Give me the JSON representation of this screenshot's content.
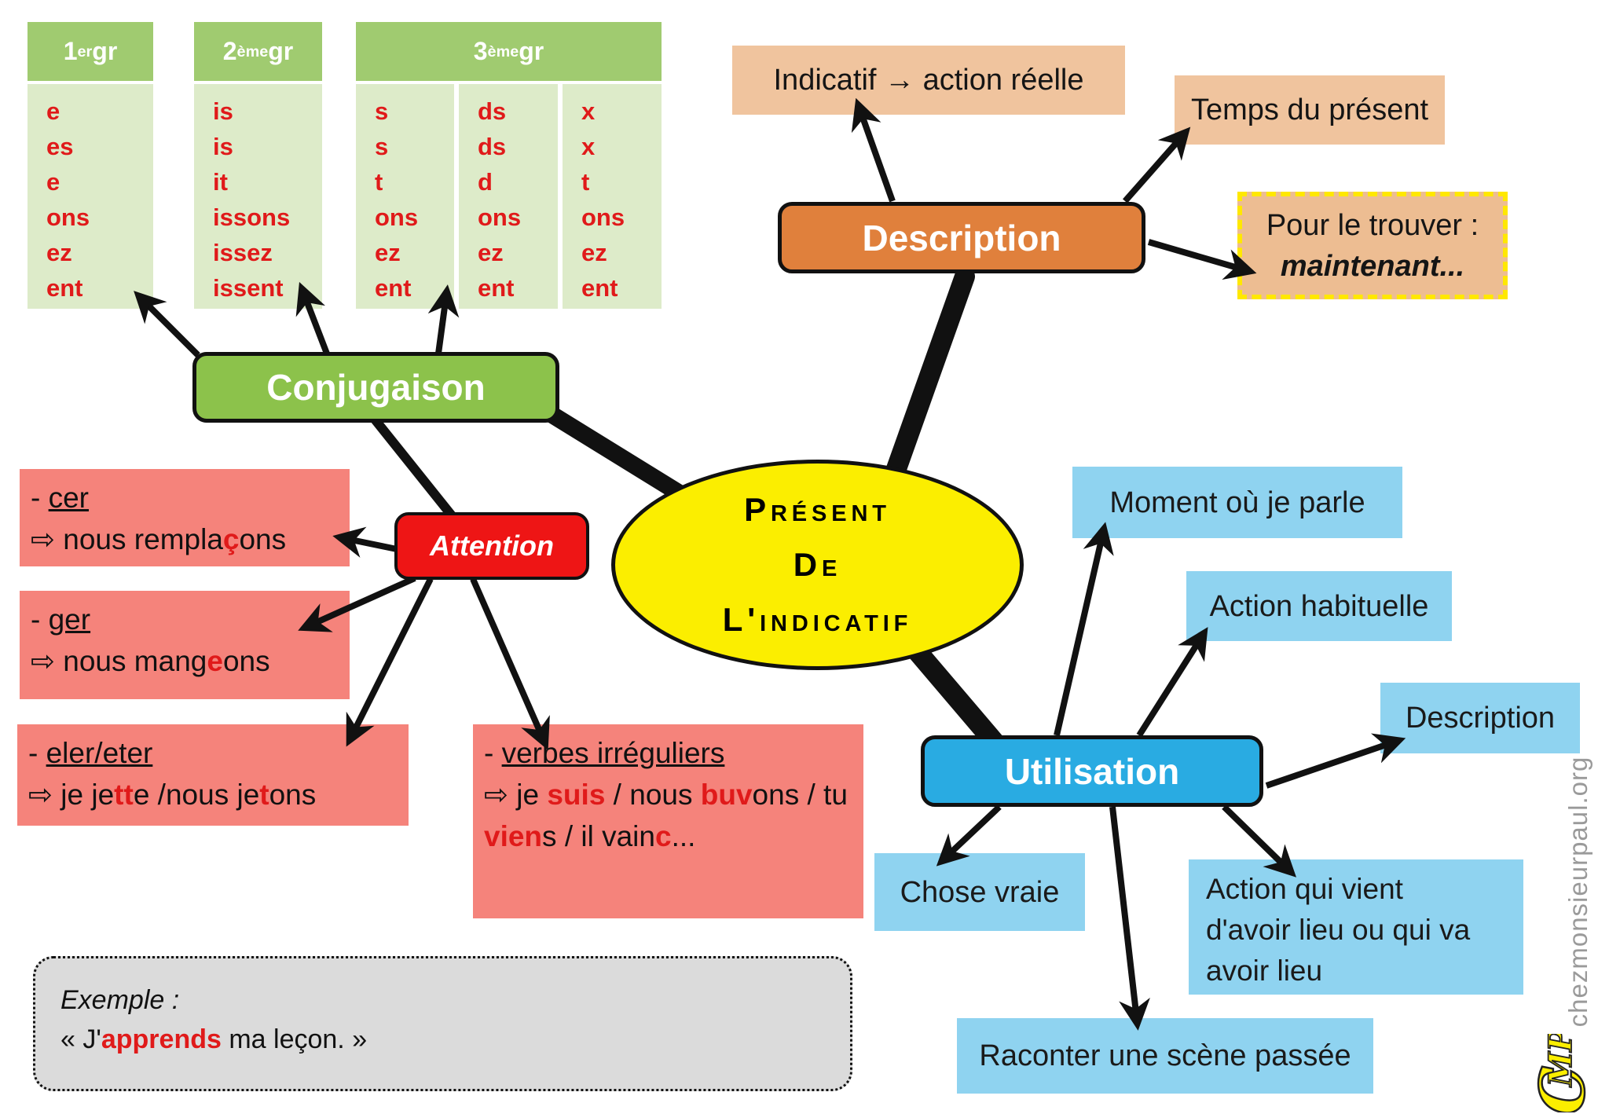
{
  "center": {
    "lines": [
      "Présent",
      "De",
      "L'indicatif"
    ]
  },
  "nodes": {
    "conjugaison": "Conjugaison",
    "attention": "Attention",
    "description": "Description",
    "utilisation": "Utilisation"
  },
  "tables": [
    {
      "header": [
        {
          "t": "1"
        },
        {
          "t": "er",
          "c": "sup"
        },
        {
          "t": " gr"
        }
      ],
      "cols": [
        [
          "e",
          "es",
          "e",
          "ons",
          "ez",
          "ent"
        ]
      ]
    },
    {
      "header": [
        {
          "t": "2"
        },
        {
          "t": "ème",
          "c": "sup"
        },
        {
          "t": " gr"
        }
      ],
      "cols": [
        [
          "is",
          "is",
          "it",
          "issons",
          "issez",
          "issent"
        ]
      ]
    },
    {
      "header": [
        {
          "t": "3"
        },
        {
          "t": "ème",
          "c": "sup"
        },
        {
          "t": " gr"
        }
      ],
      "cols": [
        [
          "s",
          "s",
          "t",
          "ons",
          "ez",
          "ent"
        ],
        [
          "ds",
          "ds",
          "d",
          "ons",
          "ez",
          "ent"
        ],
        [
          "x",
          "x",
          "t",
          "ons",
          "ez",
          "ent"
        ]
      ]
    }
  ],
  "description_branch": {
    "indicatif": "Indicatif → action réelle",
    "temps": "Temps du présent",
    "trouver_line1": "Pour le trouver :",
    "trouver_line2": "maintenant..."
  },
  "attention_branch": [
    {
      "title": [
        {
          "t": "- "
        },
        {
          "t": "cer",
          "c": "u"
        }
      ],
      "body": [
        {
          "t": "⇨ nous rempla"
        },
        {
          "t": "ç",
          "c": "red"
        },
        {
          "t": "ons"
        }
      ]
    },
    {
      "title": [
        {
          "t": "- "
        },
        {
          "t": "ger",
          "c": "u"
        }
      ],
      "body": [
        {
          "t": "⇨ nous mang"
        },
        {
          "t": "e",
          "c": "red"
        },
        {
          "t": "ons"
        }
      ]
    },
    {
      "title": [
        {
          "t": "- "
        },
        {
          "t": "eler/eter",
          "c": "u"
        }
      ],
      "body": [
        {
          "t": "⇨ je je"
        },
        {
          "t": "tt",
          "c": "red"
        },
        {
          "t": "e /nous je"
        },
        {
          "t": "t",
          "c": "red"
        },
        {
          "t": "ons"
        }
      ]
    },
    {
      "title": [
        {
          "t": "- "
        },
        {
          "t": "verbes irréguliers",
          "c": "u"
        }
      ],
      "body": [
        {
          "t": "⇨ je "
        },
        {
          "t": "suis",
          "c": "red"
        },
        {
          "t": " / nous "
        },
        {
          "t": "buv",
          "c": "red"
        },
        {
          "t": "ons / tu "
        },
        {
          "t": "vien",
          "c": "red"
        },
        {
          "t": "s / il vain"
        },
        {
          "t": "c",
          "c": "red"
        },
        {
          "t": "..."
        }
      ]
    }
  ],
  "utilisation_branch": {
    "moment": "Moment où je parle",
    "habituelle": "Action habituelle",
    "description": "Description",
    "chose": "Chose vraie",
    "action_lieu": [
      "Action qui vient",
      "d'avoir lieu ou qui va",
      "avoir lieu"
    ],
    "raconter": "Raconter une scène passée"
  },
  "example": {
    "label": "Exemple :",
    "sentence": [
      {
        "t": "« J'"
      },
      {
        "t": "apprends",
        "c": "red"
      },
      {
        "t": " ma leçon. »"
      }
    ]
  },
  "footer": {
    "site": "chezmonsieurpaul.org",
    "logo_c": "C",
    "logo_mp": "MP"
  },
  "colors": {
    "table_header_green": "#A0CB70",
    "table_body_green": "#DDEBC9",
    "conjugaison_green": "#8CC24B",
    "attention_red": "#EE1515",
    "pink_box": "#F5837B",
    "highlight_red": "#E01A1A",
    "description_orange": "#E0803C",
    "peach_box": "#F0C49E",
    "dashed_border_yellow": "#FFE800",
    "utilisation_blue": "#29ABE2",
    "light_blue_box": "#8FD3F0",
    "center_yellow": "#FBEE00",
    "example_grey": "#DBDBDB"
  }
}
